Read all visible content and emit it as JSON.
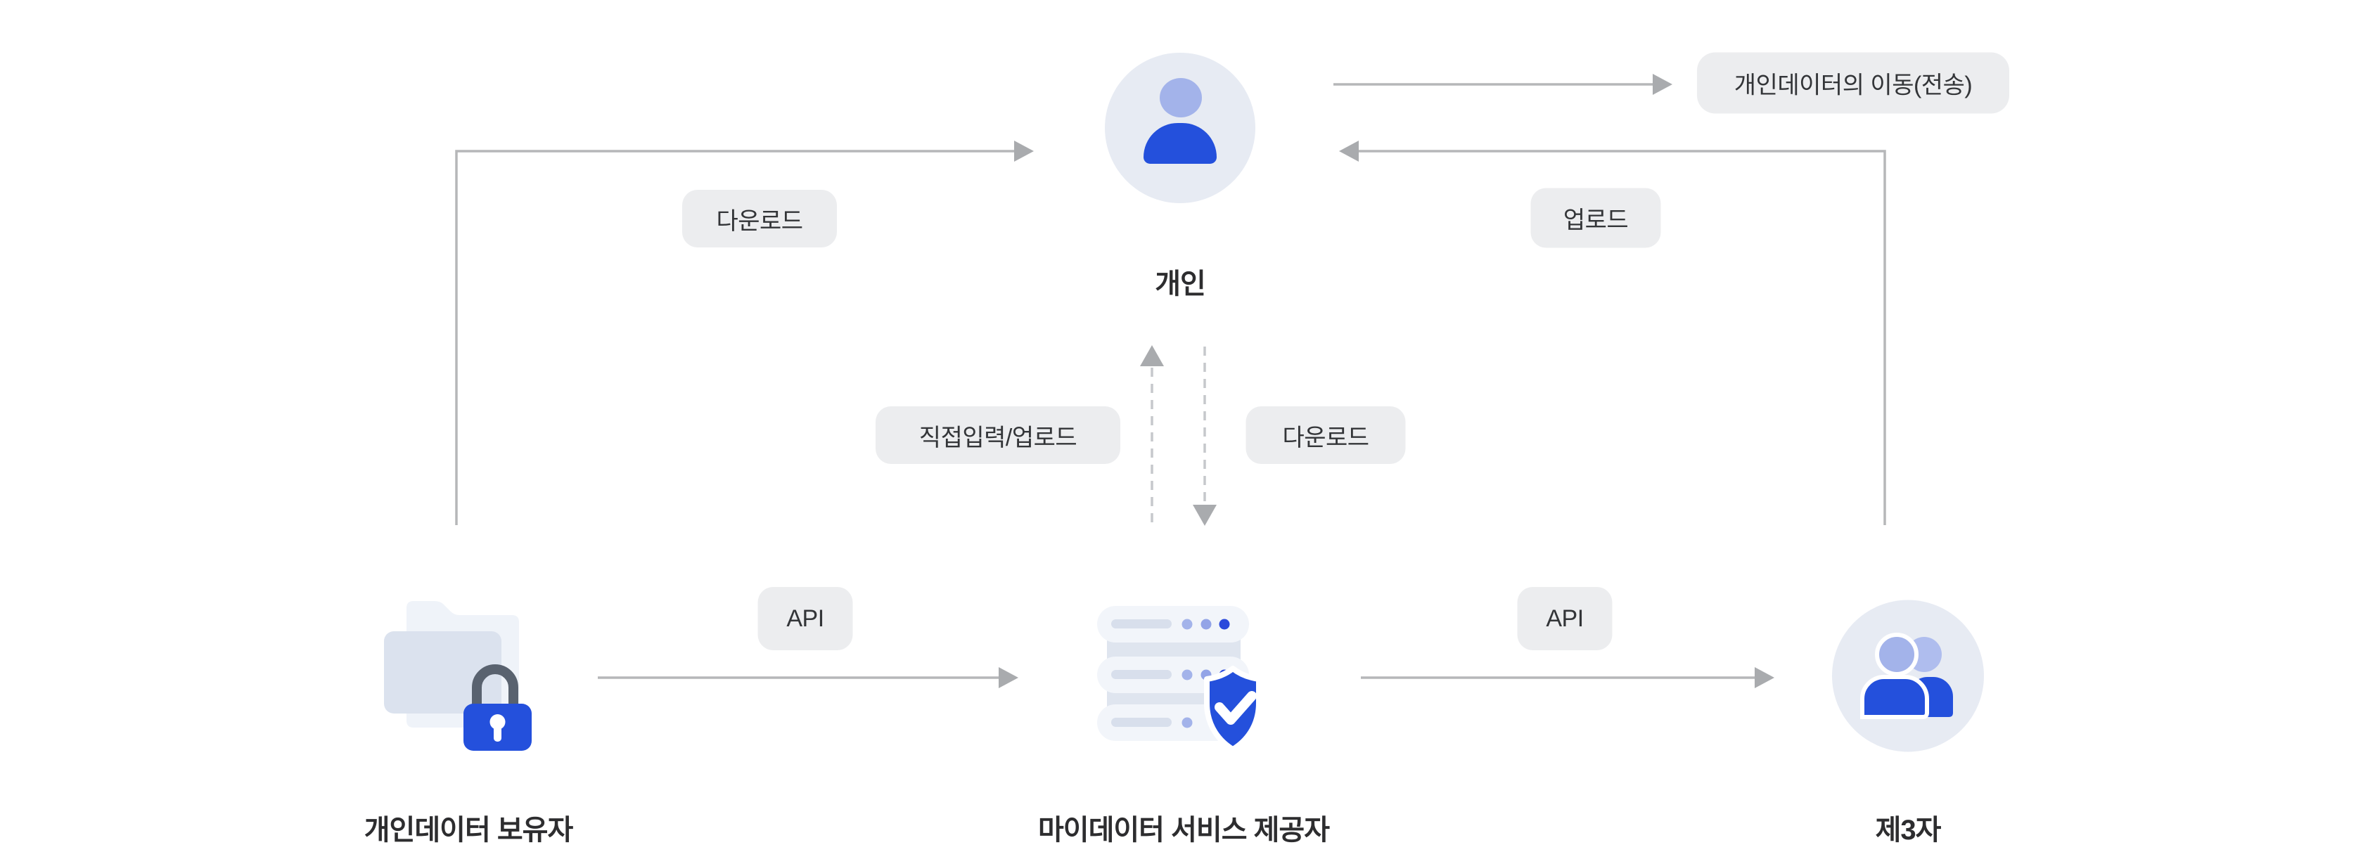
{
  "entities": {
    "individual": {
      "label": "개인",
      "icon": "person-icon"
    },
    "holder": {
      "label": "개인데이터 보유자",
      "icon": "folder-lock-icon"
    },
    "provider": {
      "label": "마이데이터 서비스 제공자",
      "icon": "server-shield-icon"
    },
    "third_party": {
      "label": "제3자",
      "icon": "people-icon"
    }
  },
  "flow_labels": {
    "transfer": "개인데이터의 이동(전송)",
    "download_from_holder": "다운로드",
    "upload_to_individual": "업로드",
    "direct_input_upload": "직접입력/업로드",
    "download_from_provider": "다운로드",
    "api_left": "API",
    "api_right": "API"
  },
  "palette": {
    "blue": "#2450DC",
    "blue_deep": "#2B49DB",
    "periwinkle": "#A3B3EA",
    "periwinkle_soft": "#AFBDEE",
    "circle_bg": "#E7EBF3",
    "pill_bg": "#ECEDEF",
    "pill_text": "#333538",
    "title_text": "#2D2D2F",
    "arrow": "#B6B7B9",
    "arrowhead": "#A9ABAE",
    "dash": "#C6C8CC",
    "folder_back": "#EFF3F9",
    "folder_front": "#DBE2EE",
    "server_row": "#F2F5FA",
    "server_conn": "#DFE5EF",
    "server_line": "#D8DFEC",
    "shackle": "#59626F"
  }
}
